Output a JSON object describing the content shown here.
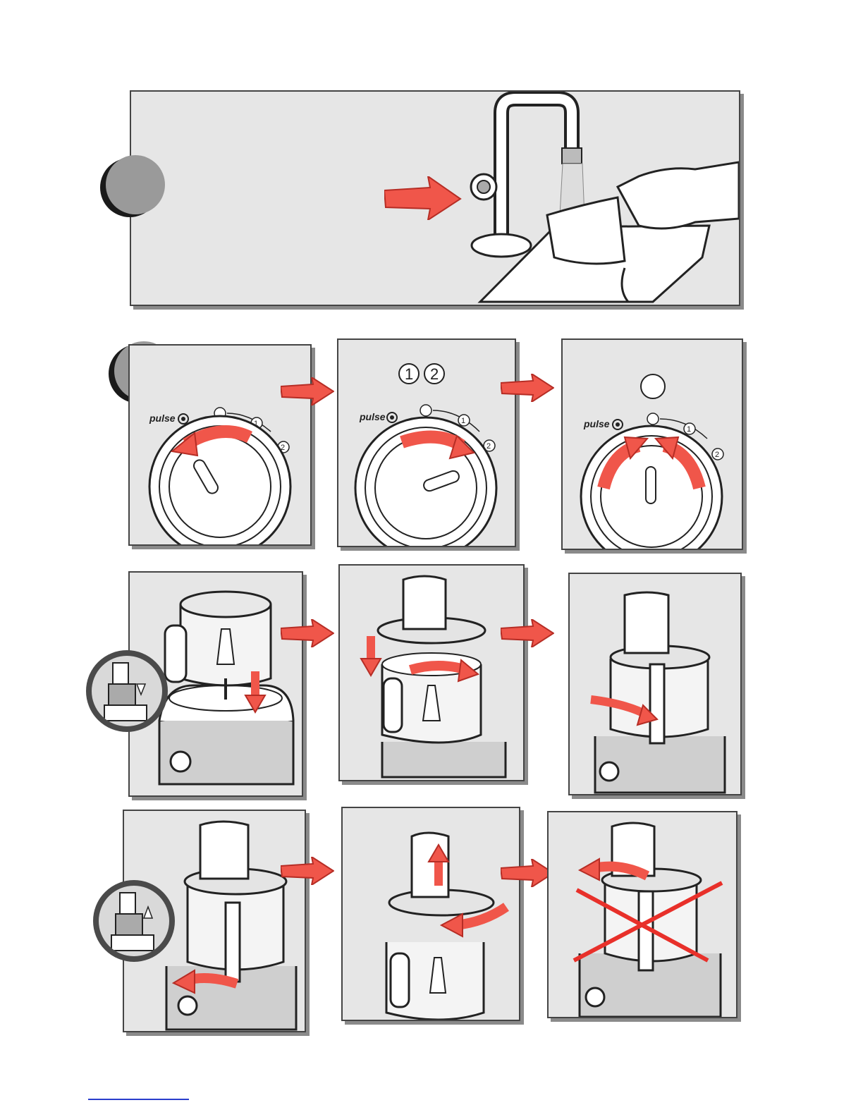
{
  "pulse_title": "pulse",
  "dial": {
    "pulse_label": "pulse",
    "pos1": "1",
    "pos2": "2"
  },
  "speed_select": {
    "num1": "1",
    "num2": "2"
  },
  "colors": {
    "arrow_red": "#f0564a",
    "panel_gray": "#e6e6e6",
    "step_circle": "#9a9a9a"
  },
  "icons": [
    "faucet-icon",
    "hand-wash-icon",
    "speed-dial-icon",
    "food-processor-icon",
    "cross-out-icon"
  ]
}
